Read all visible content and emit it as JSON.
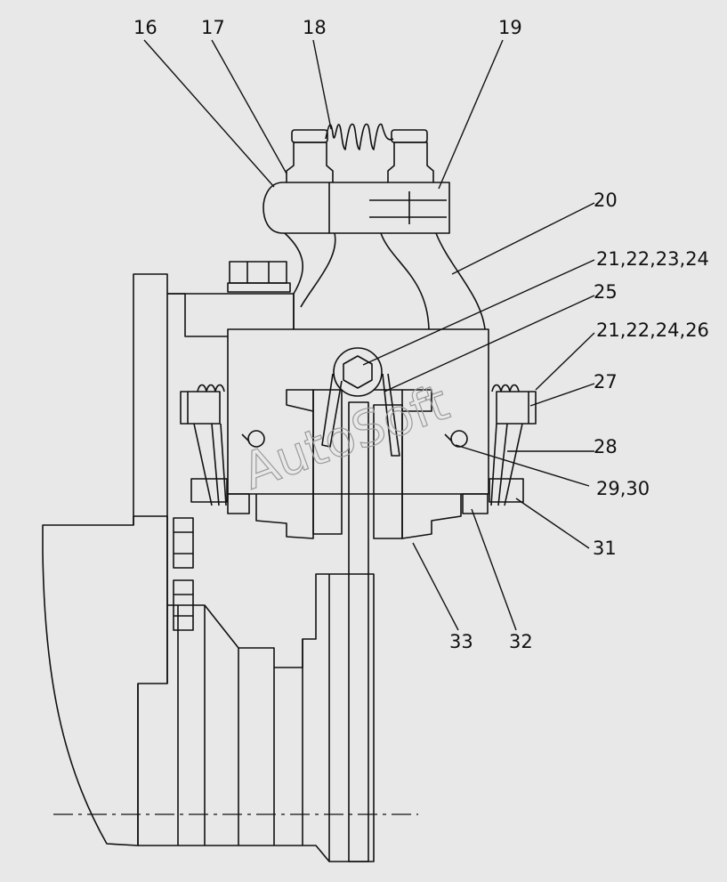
{
  "diagram": {
    "callouts": [
      "16",
      "17",
      "18",
      "19",
      "20",
      "21,22,23,24",
      "25",
      "21,22,24,26",
      "27",
      "28",
      "29,30",
      "31",
      "33",
      "32"
    ],
    "watermark": "AutoSoft",
    "colors": {
      "background": "#e8e8e8",
      "stroke": "#111111",
      "watermark": "#9a9a9a"
    }
  }
}
